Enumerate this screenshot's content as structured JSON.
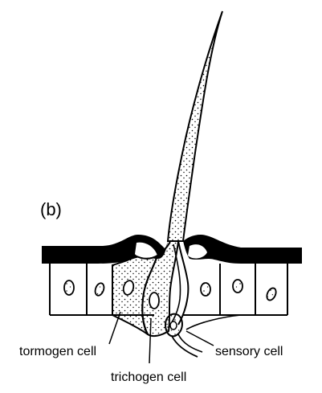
{
  "panel_label": "(b)",
  "labels": {
    "tormogen": "tormogen cell",
    "trichogen": "trichogen cell",
    "sensory": "sensory cell"
  },
  "colors": {
    "ink": "#000000",
    "paper": "#ffffff"
  }
}
